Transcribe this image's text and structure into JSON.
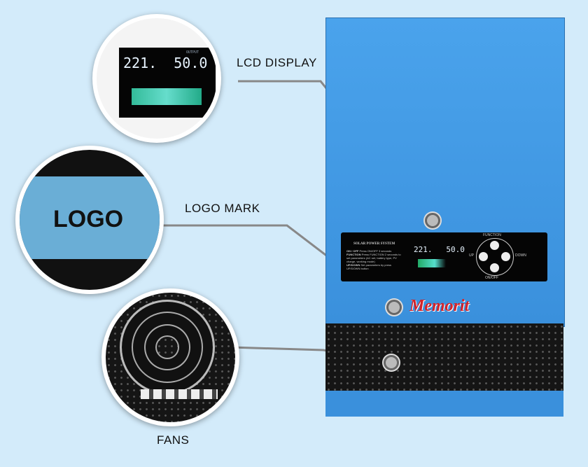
{
  "callouts": {
    "lcd": "LCD DISPLAY",
    "logo": "LOGO MARK",
    "fans": "FANS"
  },
  "logo_circle": {
    "text": "LOGO"
  },
  "lcd_readout": {
    "left": "221.",
    "right": "50.0",
    "output": "OUTPUT"
  },
  "panel": {
    "title": "SOLAR POWER SYSTEM",
    "rows": [
      {
        "key": "ON / OFF",
        "desc": "Press ON/OFF 3 seconds"
      },
      {
        "key": "FUNCTION",
        "desc": "Press FUNCTION 2 seconds to set parameters (AC set, battery type, PV charge, working mode)"
      },
      {
        "key": "UP/DOWN",
        "desc": "Set parameters by press UP/DOWN button"
      }
    ],
    "lcd_left": "221.",
    "lcd_right": "50.0",
    "buttons": {
      "top": "FUNCTION",
      "left": "UP",
      "right": "DOWN",
      "bottom": "ON/OFF"
    }
  },
  "brand": "Memorit",
  "colors": {
    "background": "#d3ebfa",
    "case": "#3d96e2",
    "brand": "#d2232a"
  }
}
